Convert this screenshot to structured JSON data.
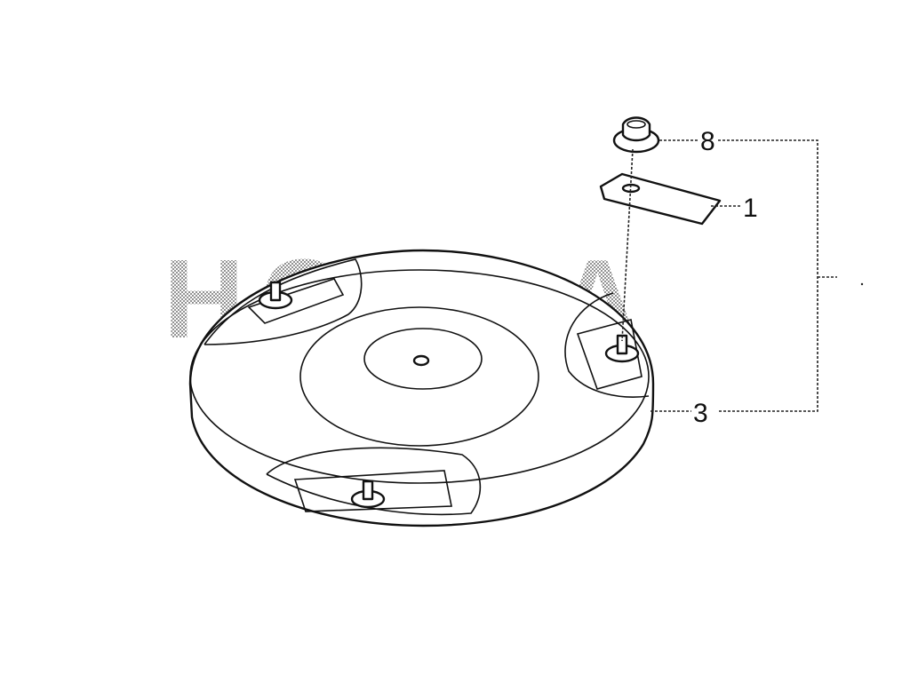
{
  "watermark": {
    "text": "HONDA"
  },
  "callouts": [
    {
      "id": "nut",
      "label": "8"
    },
    {
      "id": "blade",
      "label": "1"
    },
    {
      "id": "disc",
      "label": "3"
    }
  ],
  "colors": {
    "line": "#111111",
    "watermark": "#8a8a8a",
    "background": "#ffffff"
  }
}
